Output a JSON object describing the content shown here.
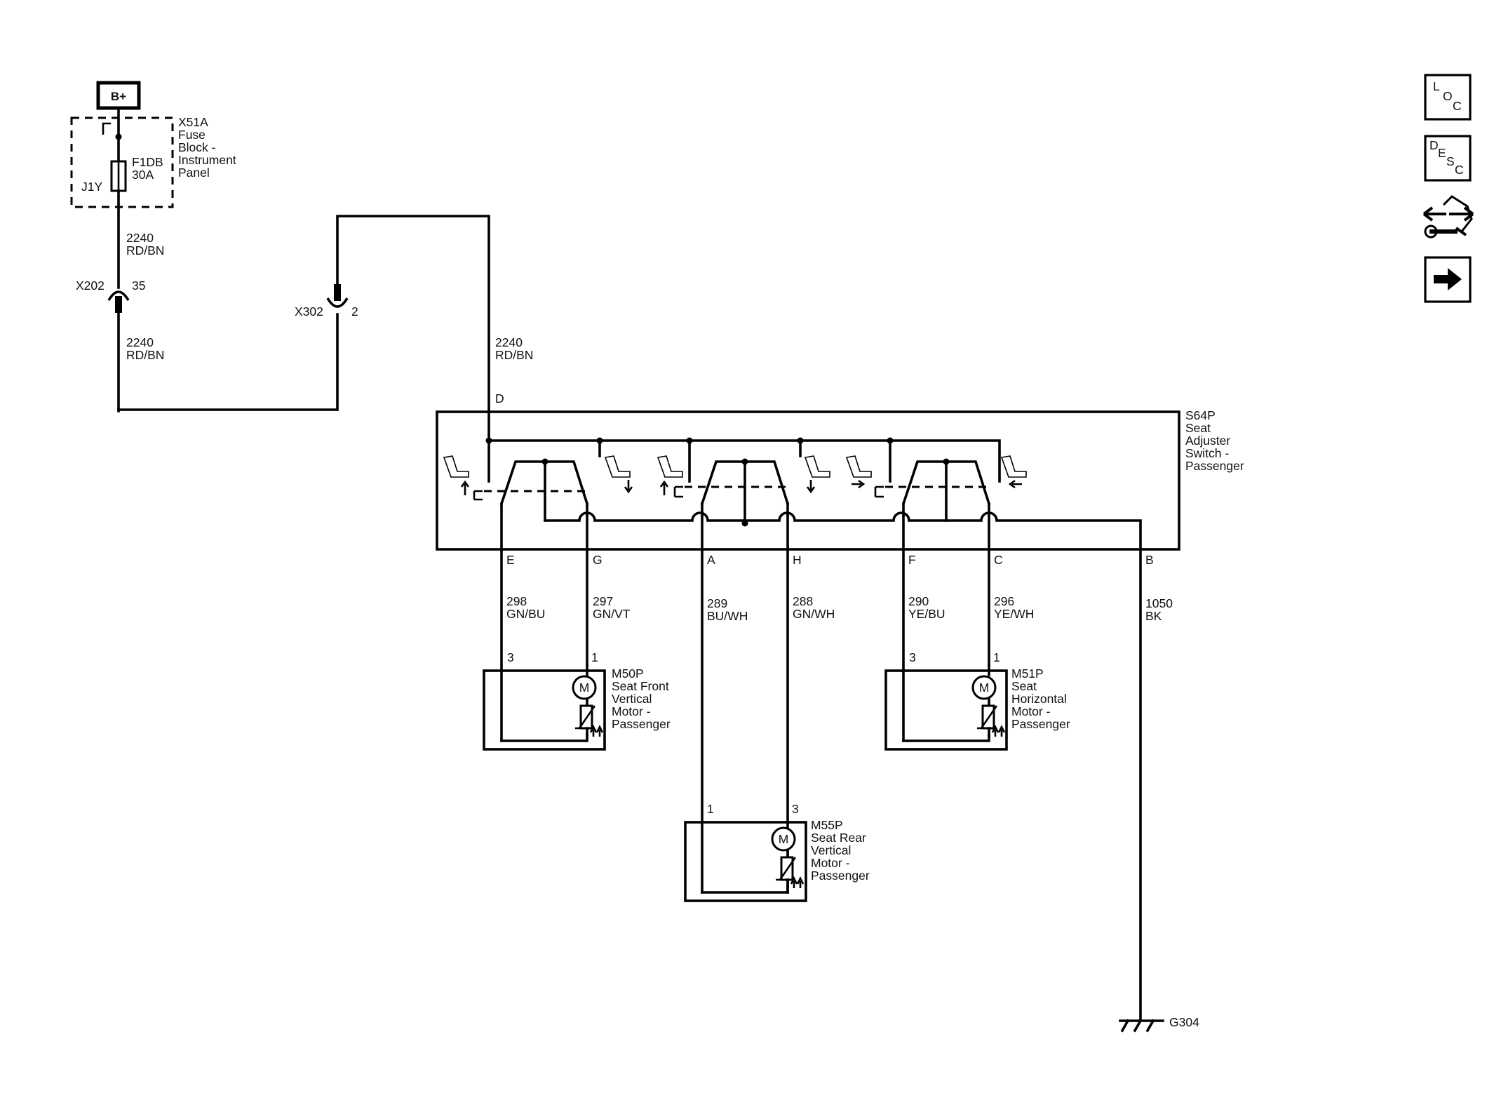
{
  "power": {
    "label": "B+"
  },
  "fuse_block": {
    "id": "X51A",
    "name_lines": [
      "Fuse",
      "Block -",
      "Instrument",
      "Panel"
    ],
    "fuse_id": "F1DB",
    "fuse_rating": "30A",
    "pin": "J1Y"
  },
  "connectors": {
    "x202": {
      "id": "X202",
      "pin": "35"
    },
    "x302": {
      "id": "X302",
      "pin": "2"
    }
  },
  "wires": {
    "feed_upper": {
      "circuit": "2240",
      "color": "RD/BN"
    },
    "feed_lower": {
      "circuit": "2240",
      "color": "RD/BN"
    },
    "feed_switch": {
      "circuit": "2240",
      "color": "RD/BN"
    },
    "w298": {
      "circuit": "298",
      "color": "GN/BU"
    },
    "w297": {
      "circuit": "297",
      "color": "GN/VT"
    },
    "w289": {
      "circuit": "289",
      "color": "BU/WH"
    },
    "w288": {
      "circuit": "288",
      "color": "GN/WH"
    },
    "w290": {
      "circuit": "290",
      "color": "YE/BU"
    },
    "w296": {
      "circuit": "296",
      "color": "YE/WH"
    },
    "w1050": {
      "circuit": "1050",
      "color": "BK"
    }
  },
  "switch": {
    "id": "S64P",
    "name_lines": [
      "Seat",
      "Adjuster",
      "Switch -",
      "Passenger"
    ],
    "pins": {
      "d": "D",
      "e": "E",
      "g": "G",
      "a": "A",
      "h": "H",
      "f": "F",
      "c": "C",
      "b": "B"
    }
  },
  "motors": {
    "m50p": {
      "id": "M50P",
      "name_lines": [
        "Seat Front",
        "Vertical",
        "Motor -",
        "Passenger"
      ],
      "pin_left": "3",
      "pin_right": "1",
      "symbol": "M"
    },
    "m51p": {
      "id": "M51P",
      "name_lines": [
        "Seat",
        "Horizontal",
        "Motor -",
        "Passenger"
      ],
      "pin_left": "3",
      "pin_right": "1",
      "symbol": "M"
    },
    "m55p": {
      "id": "M55P",
      "name_lines": [
        "Seat Rear",
        "Vertical",
        "Motor -",
        "Passenger"
      ],
      "pin_left": "1",
      "pin_right": "3",
      "symbol": "M"
    }
  },
  "ground": {
    "id": "G304"
  },
  "nav": {
    "loc": {
      "letters": [
        "L",
        "O",
        "C"
      ],
      "icon": "loc-icon"
    },
    "desc": {
      "letters": [
        "D",
        "E",
        "S",
        "C"
      ],
      "icon": "desc-icon"
    },
    "connector_info": {
      "icon": "connector-repair-icon"
    },
    "next": {
      "icon": "arrow-right-icon"
    }
  }
}
